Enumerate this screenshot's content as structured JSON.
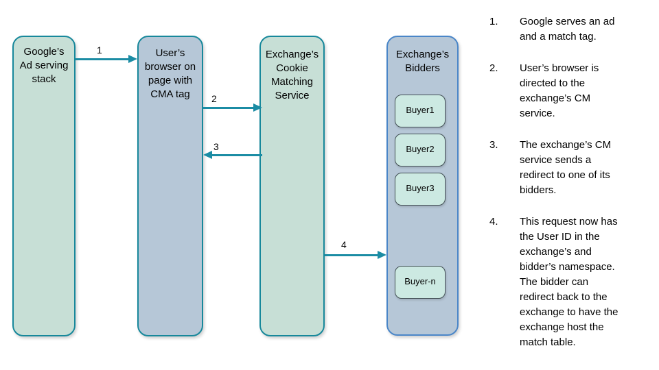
{
  "colors": {
    "background": "#ffffff",
    "text": "#000000",
    "node_green_fill": "#c7dfd6",
    "node_blue_fill": "#b6c7d7",
    "teal_border": "#17889b",
    "bidders_border": "#4a86c8",
    "buyer_fill": "#cce9e2",
    "buyer_border": "#414e53",
    "arrow": "#1b8ca4"
  },
  "diagram": {
    "nodes": [
      {
        "id": "google",
        "label": "Google’s\nAd serving\nstack"
      },
      {
        "id": "browser",
        "label": "User’s\nbrowser on\npage with\nCMA tag"
      },
      {
        "id": "cms",
        "label": "Exchange’s\nCookie\nMatching\nService"
      },
      {
        "id": "bidders",
        "label": "Exchange’s\nBidders",
        "buyers": [
          "Buyer1",
          "Buyer2",
          "Buyer3",
          "Buyer-n"
        ]
      }
    ],
    "arrows": [
      {
        "label": "1",
        "from": "google",
        "to": "browser"
      },
      {
        "label": "2",
        "from": "browser",
        "to": "cms"
      },
      {
        "label": "3",
        "from": "cms",
        "to": "browser"
      },
      {
        "label": "4",
        "from": "cms",
        "to": "bidders"
      }
    ]
  },
  "steps": [
    {
      "num": "1.",
      "text": "Google serves an ad\nand a match tag."
    },
    {
      "num": "2.",
      "text": "User’s browser is\ndirected to the\nexchange’s CM\nservice."
    },
    {
      "num": "3.",
      "text": "The exchange’s CM\nservice sends a\nredirect to one of its\nbidders."
    },
    {
      "num": "4.",
      "text": "This request now has\nthe User ID in the\nexchange’s and\nbidder’s namespace.\nThe bidder can\nredirect back to the\nexchange to have the\nexchange host the\nmatch table."
    }
  ]
}
